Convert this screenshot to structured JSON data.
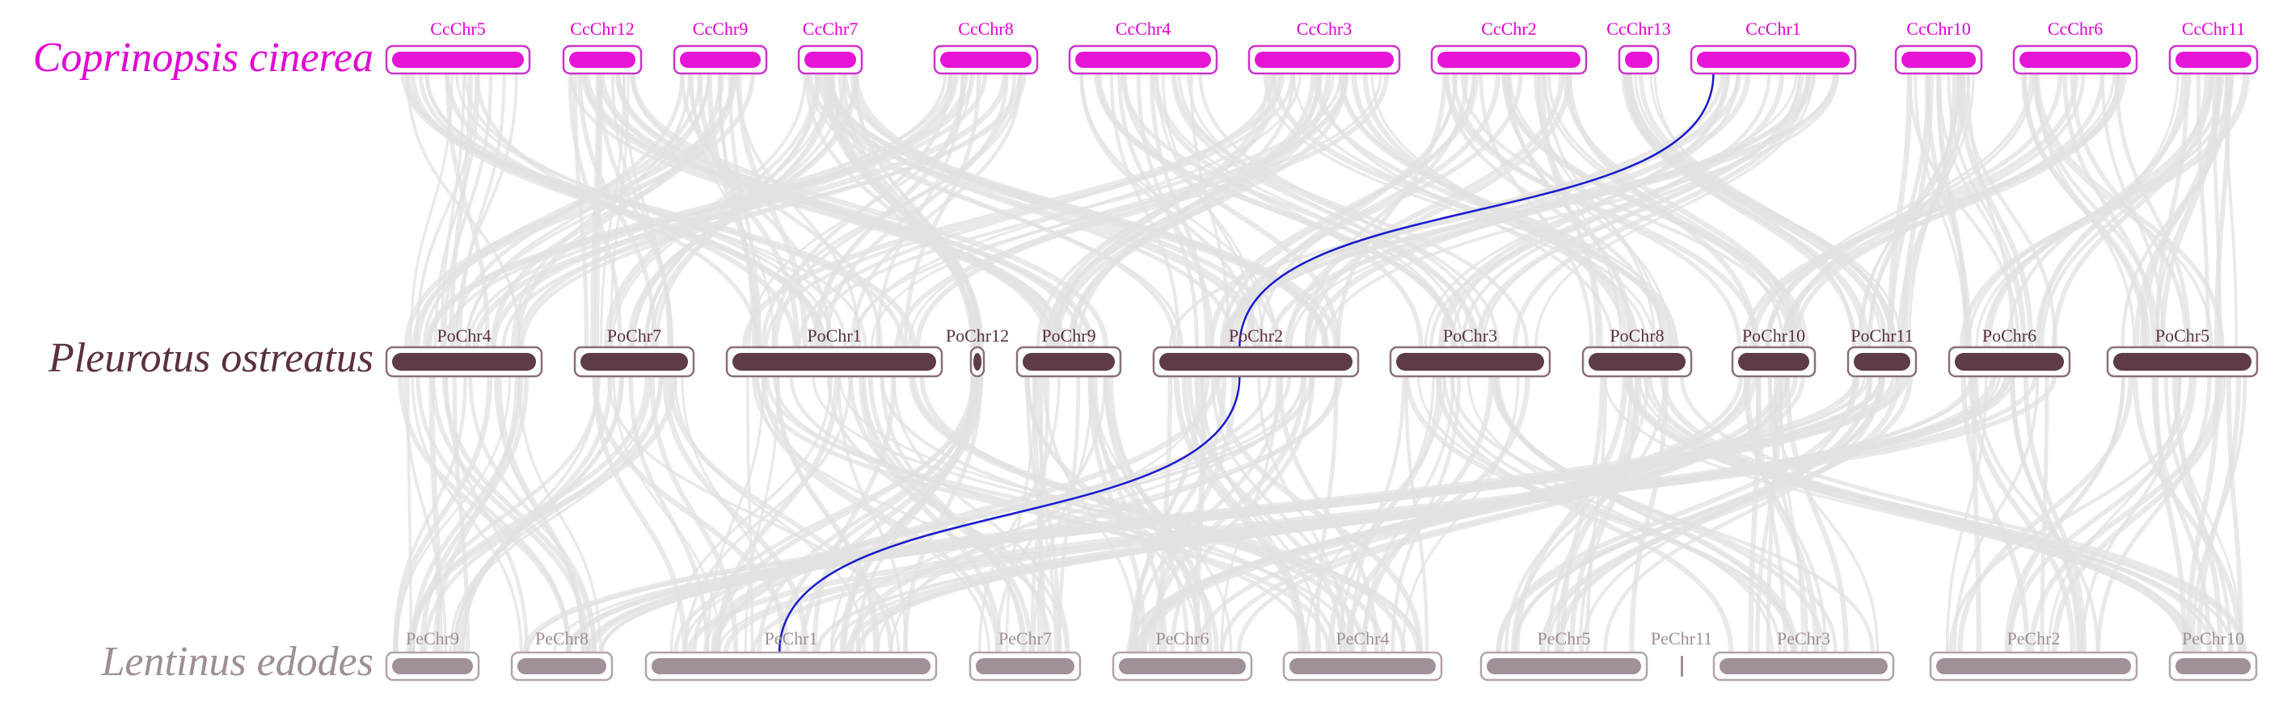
{
  "genomes": [
    {
      "id": "ce",
      "species": "Coprinopsis cinerea",
      "label_color": "#e000d2",
      "fill_color": "#e615d6",
      "outline_color": "#cc33cc",
      "chromosomes": [
        "CcChr5",
        "CcChr12",
        "CcChr9",
        "CcChr7",
        "CcChr8",
        "CcChr4",
        "CcChr3",
        "CcChr2",
        "CcChr13",
        "CcChr1",
        "CcChr10",
        "CcChr6",
        "CcChr11"
      ]
    },
    {
      "id": "po",
      "species": "Pleurotus ostreatus",
      "label_color": "#5a3040",
      "fill_color": "#5e3b48",
      "outline_color": "#8a7078",
      "chromosomes": [
        "PoChr4",
        "PoChr7",
        "PoChr1",
        "PoChr12",
        "PoChr9",
        "PoChr2",
        "PoChr3",
        "PoChr8",
        "PoChr10",
        "PoChr11",
        "PoChr6",
        "PoChr5"
      ]
    },
    {
      "id": "le",
      "species": "Lentinus edodes",
      "label_color": "#9e8e96",
      "fill_color": "#a0909a",
      "outline_color": "#b3a3ab",
      "chromosomes": [
        "PeChr9",
        "PeChr8",
        "PeChr1",
        "PeChr7",
        "PeChr6",
        "PeChr4",
        "PeChr5",
        "PeChr11",
        "PeChr3",
        "PeChr2",
        "PeChr10"
      ]
    }
  ],
  "colors": {
    "background_links": "#e1e1e1",
    "highlight_link": "#1a1acc"
  },
  "highlight": [
    "CcChr1",
    "PoChr2",
    "PeChr1"
  ]
}
